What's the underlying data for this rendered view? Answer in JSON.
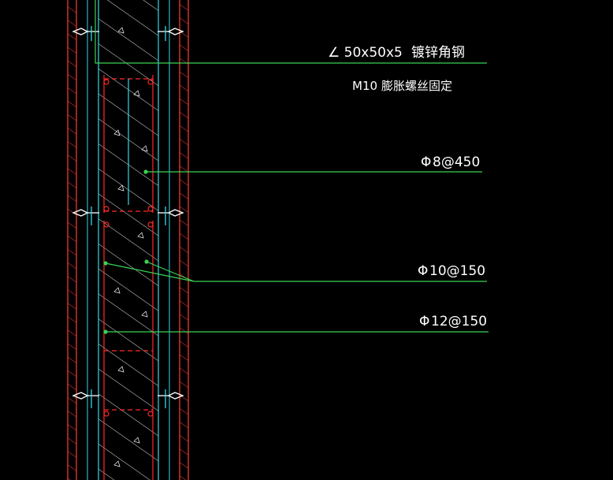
{
  "annotations": {
    "angle_steel": "∠ 50x50x5",
    "angle_steel_note": "镀锌角钢",
    "bolt": "M10",
    "bolt_note": "膨胀螺丝固定",
    "rebar_1": "8@450",
    "rebar_2": "10@150",
    "rebar_3": "12@150"
  },
  "symbols": {
    "rebar_grade_glyph": "Φ"
  },
  "colors": {
    "background": "#000000",
    "leader": "#39d353",
    "wall_hatch": "#ff3b3b",
    "core_hatch": "#ffffff",
    "cyan_line": "#35d7e6",
    "rebar": "#ff2a2a",
    "text": "#ffffff"
  }
}
